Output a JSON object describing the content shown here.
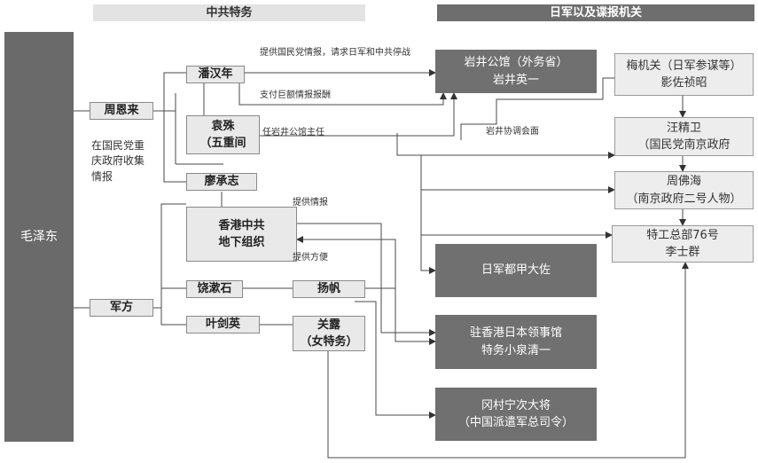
{
  "headers": {
    "left": "中共特务",
    "right": "日军以及谍报机关"
  },
  "nodes": {
    "mao": "毛泽东",
    "zhou": "周恩来",
    "military": "军方",
    "pan": "潘汉年",
    "yuan": "袁殊\n（五重间",
    "liao": "廖承志",
    "hk_party": "香港中共\n地下组织",
    "rao": "饶漱石",
    "yangfan": "扬帆",
    "ye": "叶剑英",
    "guanlu": "关露\n（女特务）",
    "iwai": "岩井公馆（外务省）\n岩井英一",
    "mei": "梅机关（日军参谋等）\n影佐祯昭",
    "wang": "汪精卫\n（国民党南京政府",
    "zhoufohai": "周佛海\n（南京政府二号人物）",
    "tegong": "特工总部76号\n李士群",
    "dujia": "日军都甲大佐",
    "consulate": "驻香港日本领事馆\n特务小泉清一",
    "okamura": "冈村宁次大将\n（中国派遣军总司令）"
  },
  "edge_labels": {
    "intel_request": "提供国民党情报，请求日军和中共停战",
    "pay": "支付巨额情报报酬",
    "iwai_head": "任岩井公馆主任",
    "iwai_meet": "岩井协调会面",
    "give_intel": "提供情报",
    "give_help": "提供方便",
    "kmt_intel": "在国民党重\n庆政府收集\n情报"
  }
}
